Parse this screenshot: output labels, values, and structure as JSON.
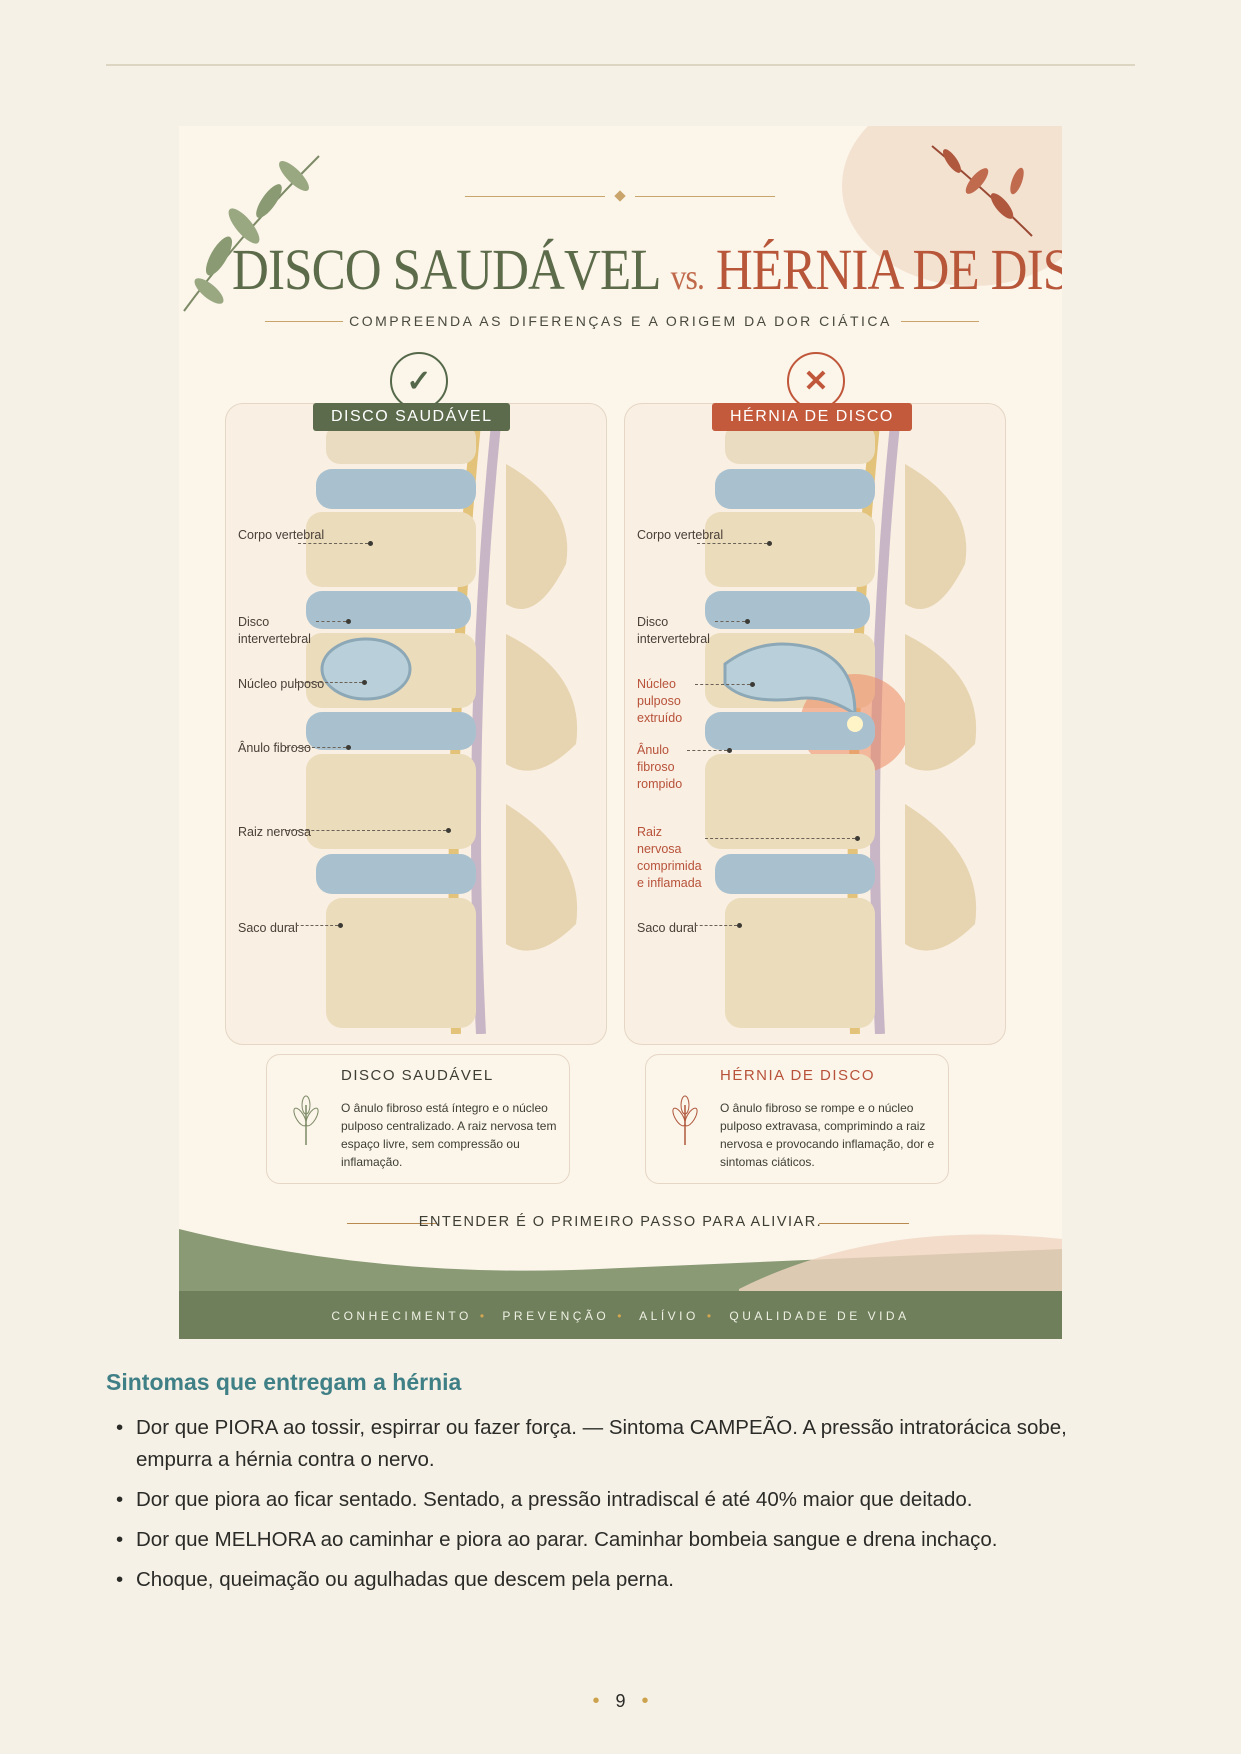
{
  "infographic": {
    "title_part1": "DISCO SAUDÁVEL",
    "title_vs": "vs.",
    "title_part2": "HÉRNIA DE DISCO",
    "subtitle": "COMPREENDA AS DIFERENÇAS E A ORIGEM DA DOR CIÁTICA",
    "healthy": {
      "badge": "DISCO SAUDÁVEL",
      "labels": [
        "Corpo vertebral",
        "Disco intervertebral",
        "Núcleo pulposo",
        "Ânulo fibroso",
        "Raiz nervosa",
        "Saco dural"
      ],
      "desc_title": "DISCO SAUDÁVEL",
      "desc_text": "O ânulo fibroso está íntegro e o núcleo pulposo centralizado. A raiz nervosa tem espaço livre, sem compressão ou inflamação."
    },
    "hernia": {
      "badge": "HÉRNIA DE DISCO",
      "labels": [
        "Corpo vertebral",
        "Disco intervertebral",
        "Núcleo pulposo extruído",
        "Ânulo fibroso rompido",
        "Raiz nervosa comprimida e inflamada",
        "Saco dural"
      ],
      "desc_title": "HÉRNIA DE DISCO",
      "desc_text": "O ânulo fibroso se rompe e o núcleo pulposo extravasa, comprimindo a raiz nervosa e provocando inflamação, dor e sintomas ciáticos."
    },
    "tagline": "ENTENDER É O PRIMEIRO PASSO PARA ALIVIAR.",
    "footer_items": [
      "CONHECIMENTO",
      "PREVENÇÃO",
      "ALÍVIO",
      "QUALIDADE DE VIDA"
    ],
    "colors": {
      "green": "#5b6b4b",
      "red": "#c35a3c",
      "gold": "#c9a46b"
    }
  },
  "section": {
    "title": "Sintomas que entregam a hérnia",
    "bullets": [
      "Dor que PIORA ao tossir, espirrar ou fazer força. — Sintoma CAMPEÃO. A pressão intratorácica sobe, empurra a hérnia contra o nervo.",
      "Dor que piora ao ficar sentado. Sentado, a pressão intradiscal é até 40% maior que deitado.",
      "Dor que MELHORA ao caminhar e piora ao parar. Caminhar bombeia sangue e drena inchaço.",
      "Choque, queimação ou agulhadas que descem pela perna."
    ]
  },
  "page_number": "9"
}
